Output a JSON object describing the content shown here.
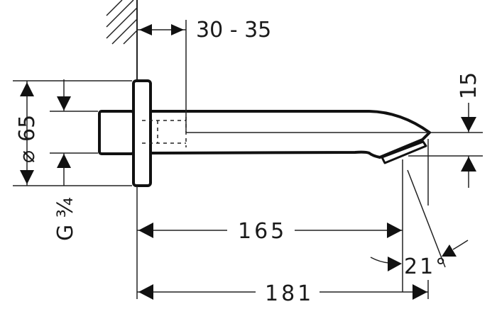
{
  "drawing": {
    "title": "Bath spout dimension drawing",
    "dimensions": {
      "wall_gap": "30 - 35",
      "diameter_symbol": "⌀",
      "diameter": "65",
      "thread": "G ¾",
      "height_offset": "15",
      "projection_outlet": "165",
      "projection_total": "181",
      "angle": "21°"
    }
  }
}
